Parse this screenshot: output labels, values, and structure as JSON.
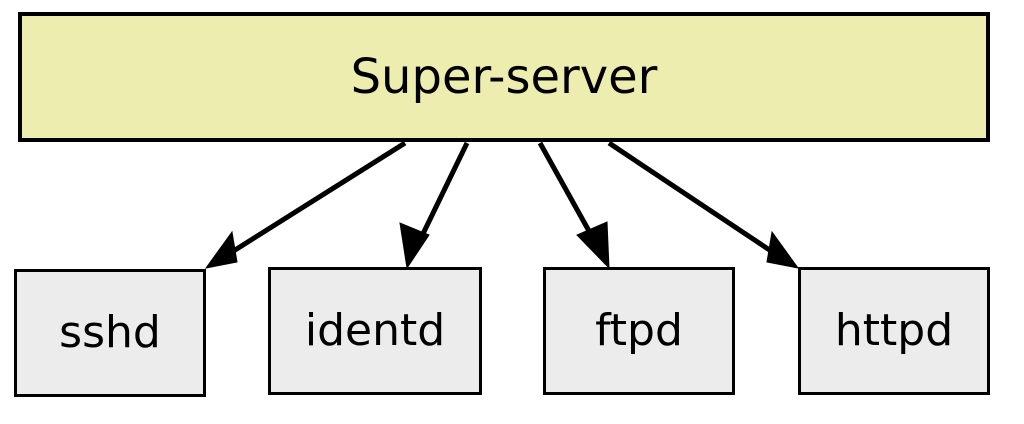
{
  "diagram": {
    "type": "flow-diagram",
    "title_node": {
      "id": "super-server",
      "label": "Super-server",
      "fill_color": "#EDEDAF",
      "border_color": "#000000"
    },
    "child_nodes": [
      {
        "id": "sshd",
        "label": "sshd",
        "fill_color": "#ECECEC",
        "border_color": "#000000"
      },
      {
        "id": "identd",
        "label": "identd",
        "fill_color": "#ECECEC",
        "border_color": "#000000"
      },
      {
        "id": "ftpd",
        "label": "ftpd",
        "fill_color": "#ECECEC",
        "border_color": "#000000"
      },
      {
        "id": "httpd",
        "label": "httpd",
        "fill_color": "#ECECEC",
        "border_color": "#000000"
      }
    ],
    "edges": [
      {
        "from": "super-server",
        "to": "sshd",
        "arrowhead": "filled-triangle"
      },
      {
        "from": "super-server",
        "to": "identd",
        "arrowhead": "filled-triangle"
      },
      {
        "from": "super-server",
        "to": "ftpd",
        "arrowhead": "filled-triangle"
      },
      {
        "from": "super-server",
        "to": "httpd",
        "arrowhead": "filled-triangle"
      }
    ],
    "background_color": "#FFFFFF"
  }
}
